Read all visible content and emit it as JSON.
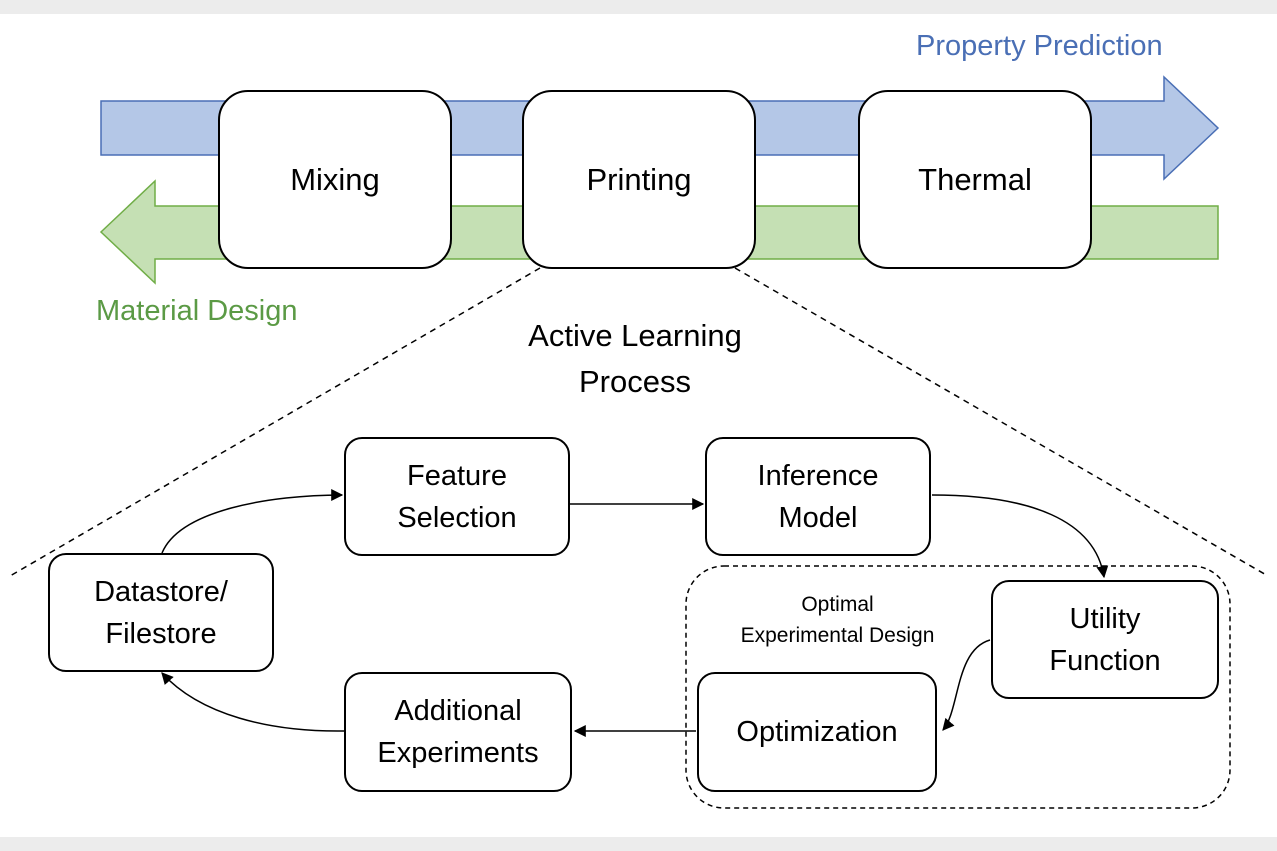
{
  "colors": {
    "prediction_arrow": "#b4c7e7",
    "prediction_arrow_edge": "#4a6fb5",
    "design_arrow": "#c5e0b4",
    "design_arrow_edge": "#70ad47",
    "prediction_text": "#4a6fb5",
    "design_text": "#5b9a45"
  },
  "flow": {
    "prediction_label": "Property Prediction",
    "design_label": "Material Design",
    "stages": [
      "Mixing",
      "Printing",
      "Thermal"
    ]
  },
  "active_learning": {
    "title_line1": "Active Learning",
    "title_line2": "Process",
    "oed_line1": "Optimal",
    "oed_line2": "Experimental Design",
    "nodes": {
      "feature_selection": [
        "Feature",
        "Selection"
      ],
      "inference_model": [
        "Inference",
        "Model"
      ],
      "utility_function": [
        "Utility",
        "Function"
      ],
      "optimization": [
        "Optimization"
      ],
      "additional_experiments": [
        "Additional",
        "Experiments"
      ],
      "datastore": [
        "Datastore/",
        "Filestore"
      ]
    }
  }
}
